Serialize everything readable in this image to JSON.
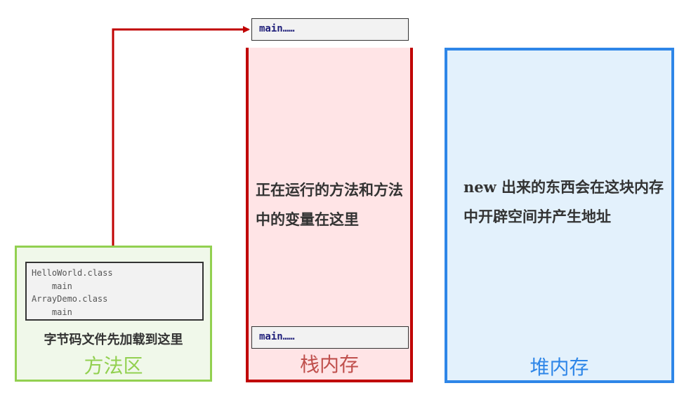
{
  "method_area": {
    "classes": [
      "HelloWorld.class",
      "    main",
      "ArrayDemo.class",
      "    main"
    ],
    "caption": "字节码文件先加载到这里",
    "title": "方法区"
  },
  "stack": {
    "top_frame": "main……",
    "bottom_frame": "main……",
    "description": "正在运行的方法和方法中的变量在这里",
    "title": "栈内存"
  },
  "heap": {
    "description": "new 出来的东西会在这块内存中开辟空间并产生地址",
    "title": "堆内存"
  },
  "colors": {
    "method_area": "#92d050",
    "stack": "#c00000",
    "heap": "#2e86e8",
    "arrow": "#c00000"
  }
}
